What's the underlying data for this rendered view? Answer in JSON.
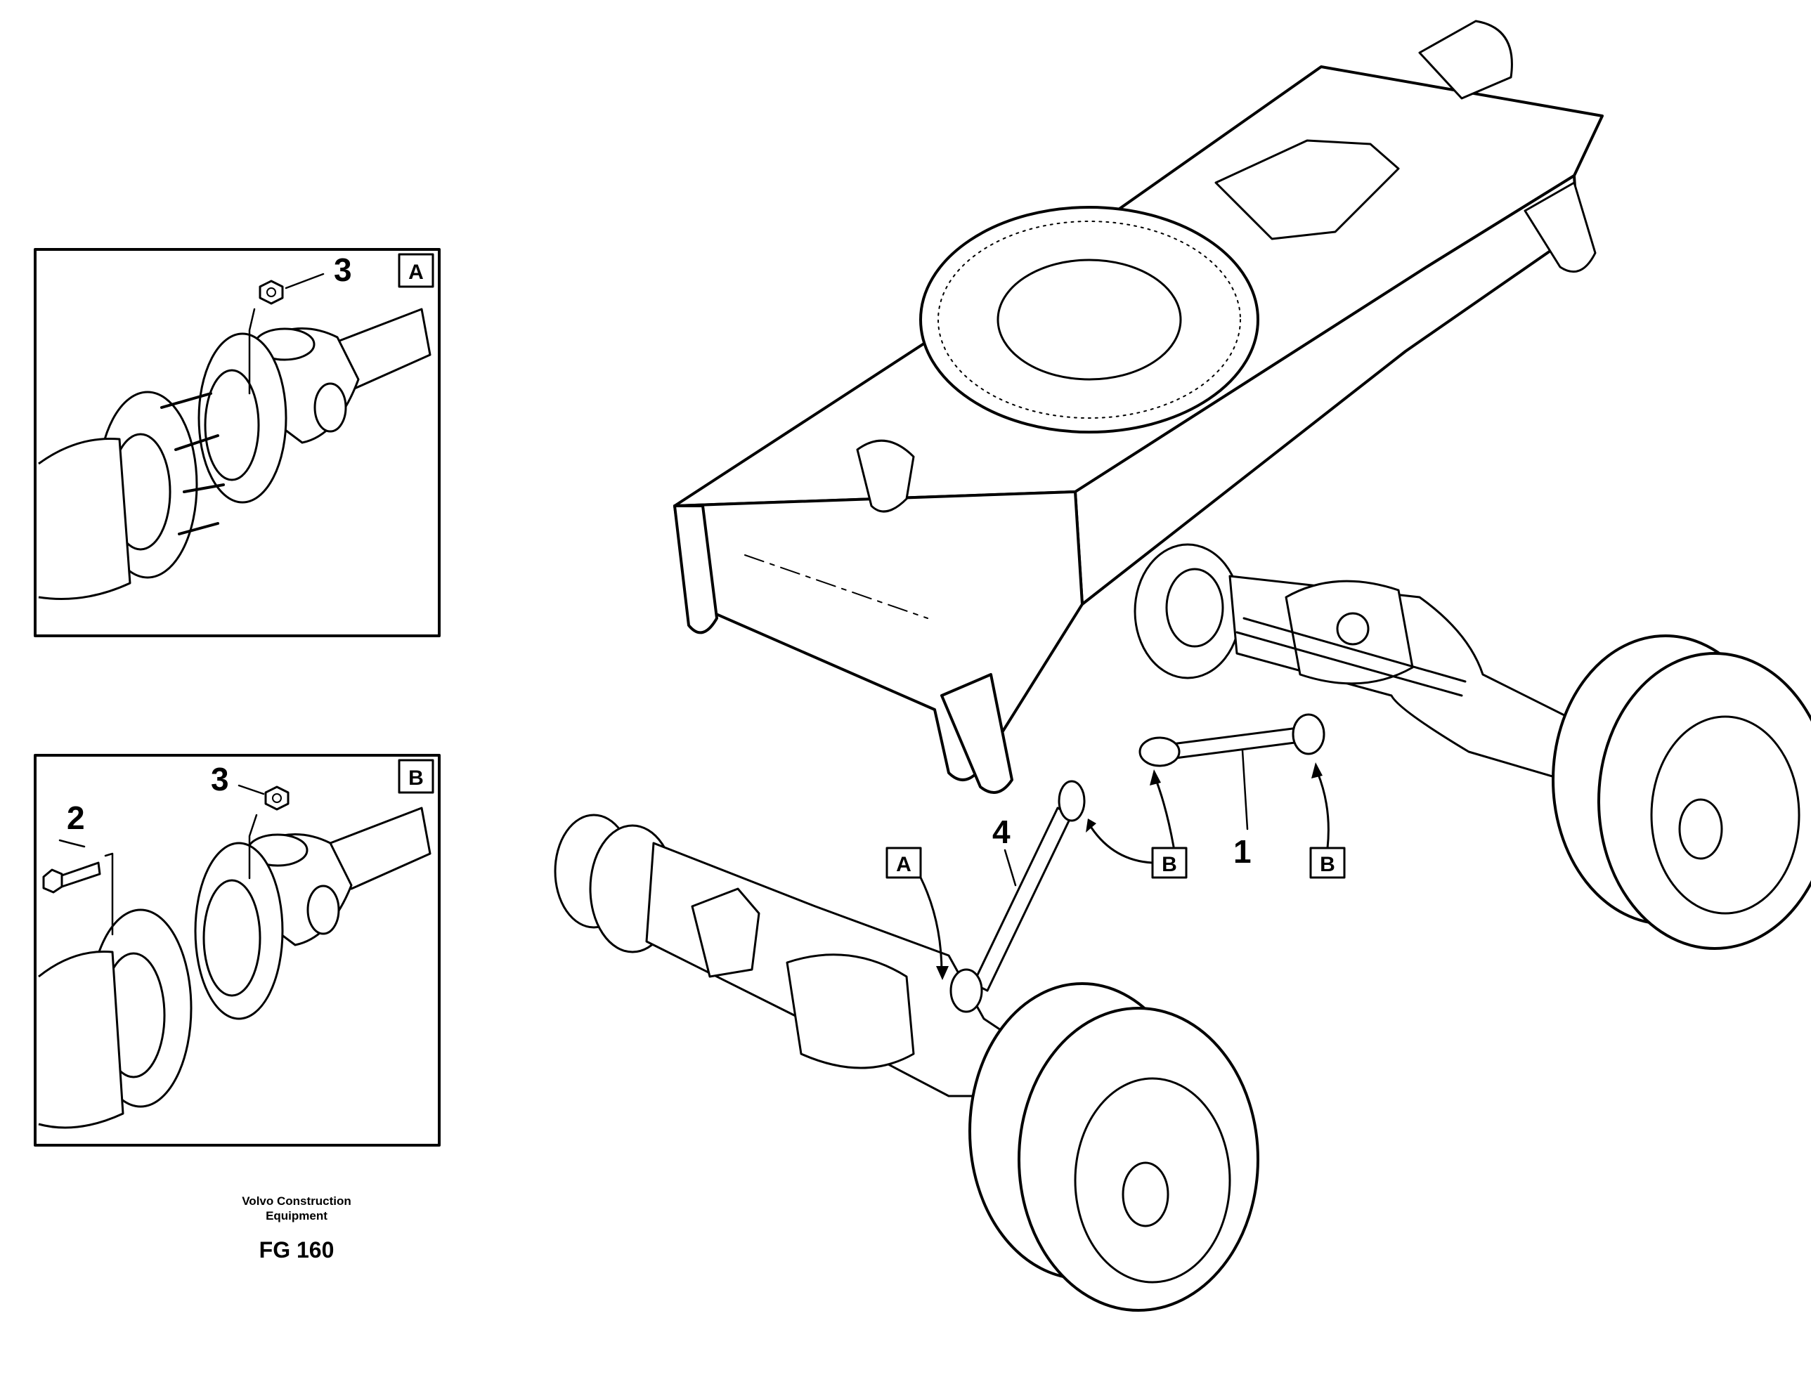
{
  "inset_a": {
    "tag": "A",
    "callouts": {
      "nut": "3"
    }
  },
  "inset_b": {
    "tag": "B",
    "callouts": {
      "bolt": "2",
      "nut": "3"
    }
  },
  "main": {
    "callouts": {
      "shaft_rear": "1",
      "shaft_front": "4"
    },
    "ref_boxes": {
      "front_joint": "A",
      "shaft4_end": "B",
      "shaft1_end": "B",
      "shaft1_joint": "B"
    }
  },
  "footer": {
    "company_line1": "Volvo Construction",
    "company_line2": "Equipment",
    "figure_code": "FG 160"
  }
}
